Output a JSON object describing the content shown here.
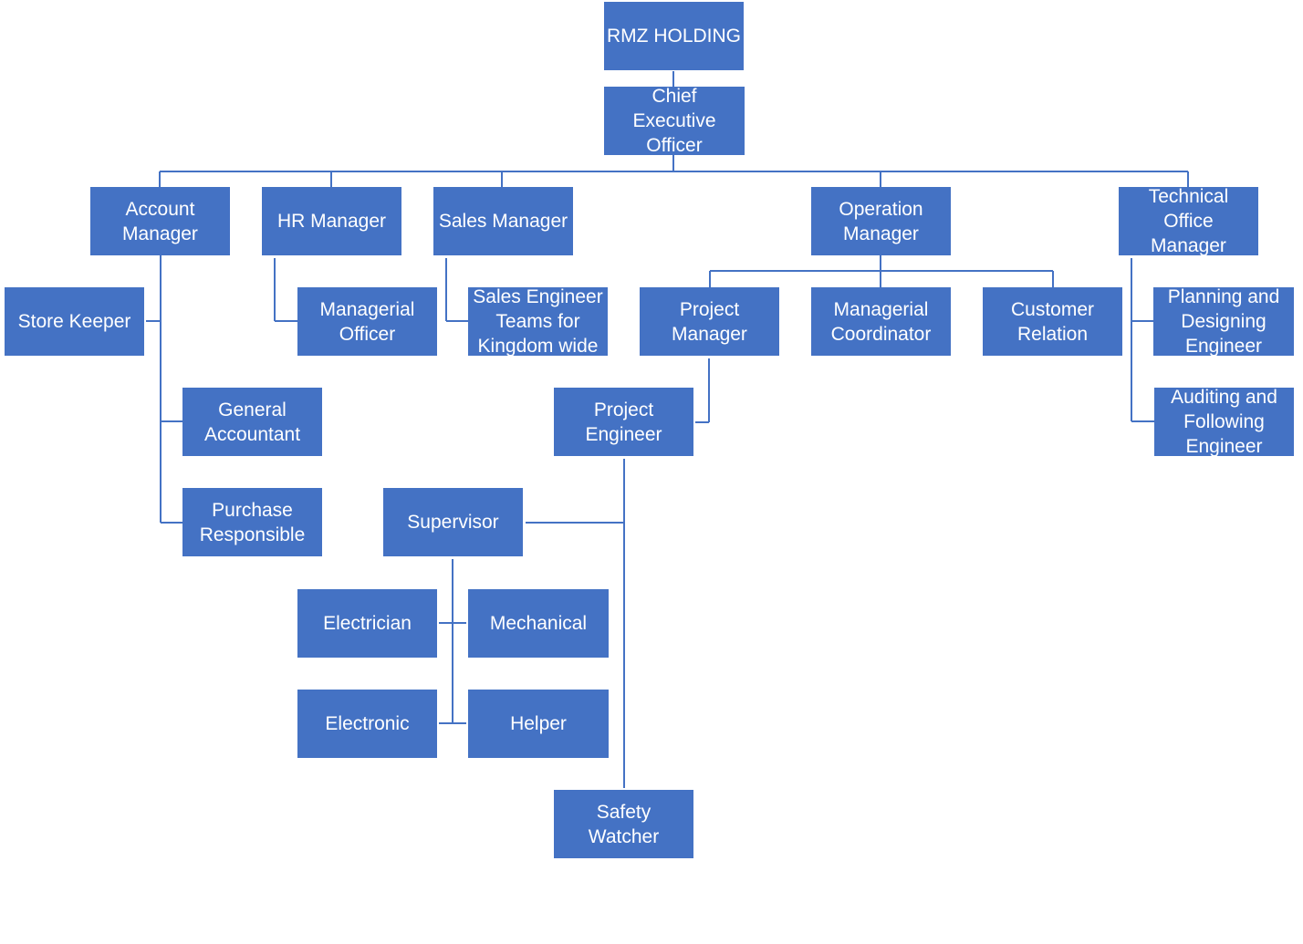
{
  "nodes": {
    "rmz": "RMZ HOLDING",
    "ceo": "Chief Executive Officer",
    "account": "Account Manager",
    "hr": "HR Manager",
    "sales": "Sales Manager",
    "operation": "Operation Manager",
    "technical": "Technical Office Manager",
    "store": "Store Keeper",
    "managerial_officer": "Managerial Officer",
    "sales_engineer": "Sales Engineer Teams for Kingdom wide",
    "project_manager": "Project Manager",
    "managerial_coordinator": "Managerial Coordinator",
    "customer_relation": "Customer Relation",
    "planning": "Planning and Designing Engineer",
    "general_accountant": "General Accountant",
    "project_engineer": "Project Engineer",
    "auditing": "Auditing and Following Engineer",
    "purchase": "Purchase Responsible",
    "supervisor": "Supervisor",
    "electrician": "Electrician",
    "mechanical": "Mechanical",
    "electronic": "Electronic",
    "helper": "Helper",
    "safety": "Safety Watcher"
  },
  "colors": {
    "box": "#4472c4",
    "line": "#4472c4",
    "text": "#ffffff"
  }
}
